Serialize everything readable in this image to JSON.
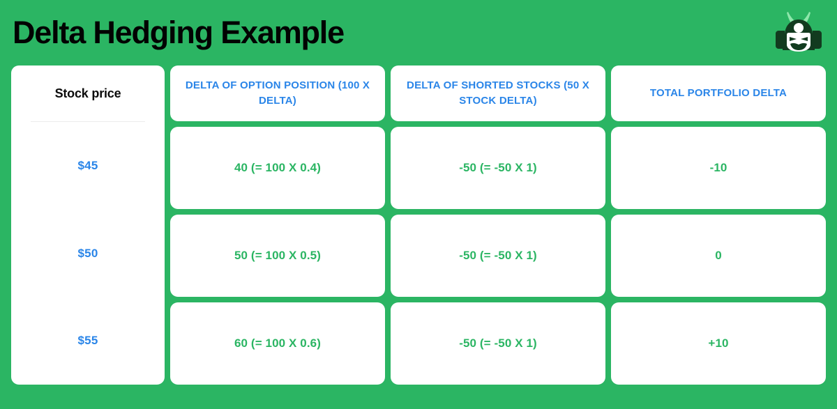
{
  "header": {
    "title": "Delta Hedging Example",
    "logo_icon": "samurai-helmet-logo"
  },
  "theme": {
    "background_green": "#2bb563",
    "accent_blue": "#2a85e8",
    "value_green": "#2bb563",
    "card_white": "#ffffff",
    "title_black": "#020202"
  },
  "table": {
    "row_header_label": "Stock price",
    "column_headers": [
      "DELTA OF OPTION POSITION (100 X DELTA)",
      "DELTA OF SHORTED STOCKS (50 X STOCK DELTA)",
      "TOTAL PORTFOLIO DELTA"
    ],
    "rows": [
      {
        "stock_price": "$45",
        "option_delta": "40 (= 100 X 0.4)",
        "shorted_delta": "-50 (= -50 X 1)",
        "total_delta": "-10"
      },
      {
        "stock_price": "$50",
        "option_delta": "50 (= 100 X 0.5)",
        "shorted_delta": "-50 (= -50 X 1)",
        "total_delta": "0"
      },
      {
        "stock_price": "$55",
        "option_delta": "60 (= 100 X 0.6)",
        "shorted_delta": "-50 (= -50 X 1)",
        "total_delta": "+10"
      }
    ]
  }
}
